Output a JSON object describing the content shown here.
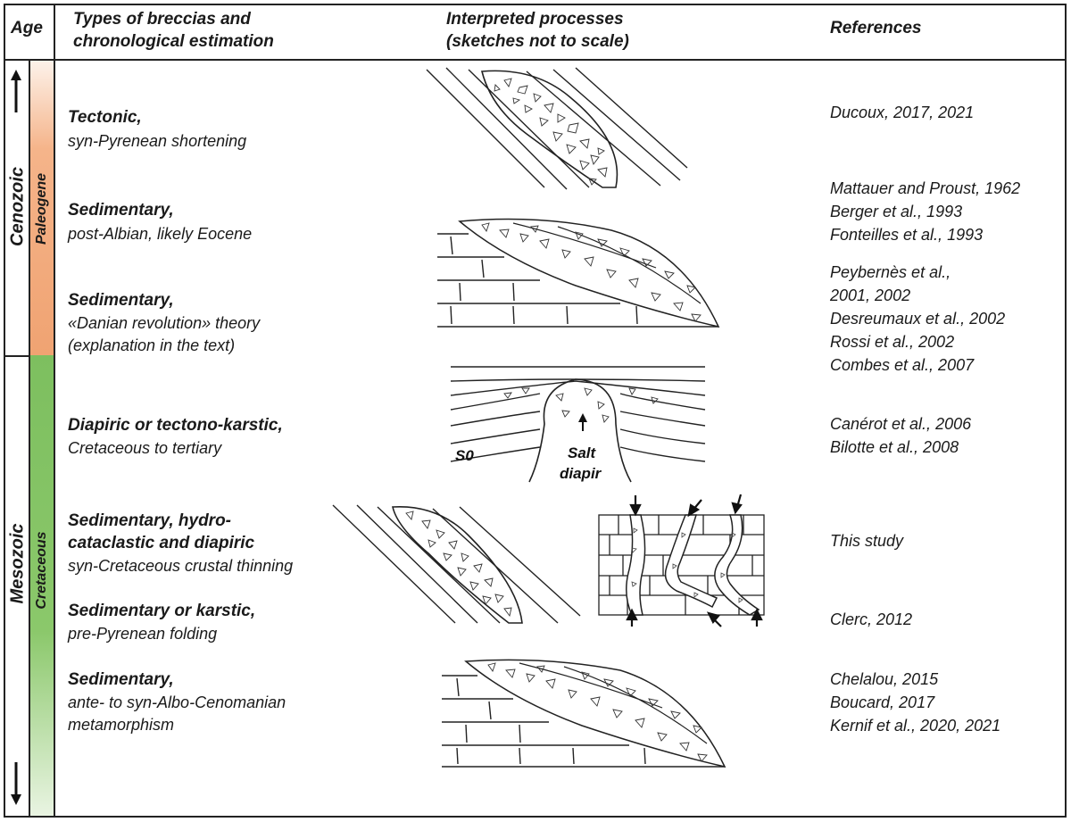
{
  "headers": {
    "age": "Age",
    "types_line1": "Types of breccias and",
    "types_line2": "chronological estimation",
    "processes_line1": "Interpreted processes",
    "processes_line2": "(sketches not to scale)",
    "references": "References"
  },
  "eras": [
    {
      "name": "Cenozoic"
    },
    {
      "name": "Mesozoic"
    }
  ],
  "periods": [
    {
      "name": "Paleogene",
      "color": "#f0a372"
    },
    {
      "name": "Cretaceous",
      "color": "#7dbf5f"
    }
  ],
  "rows": [
    {
      "title": "Tectonic,",
      "subtitle_lines": [
        "syn-Pyrenean shortening"
      ]
    },
    {
      "title": "Sedimentary,",
      "subtitle_lines": [
        "post-Albian, likely Eocene"
      ]
    },
    {
      "title": "Sedimentary,",
      "subtitle_lines": [
        "«Danian revolution» theory",
        "(explanation in the text)"
      ]
    },
    {
      "title": "Diapiric or tectono-karstic,",
      "subtitle_lines": [
        "Cretaceous to tertiary"
      ]
    },
    {
      "title_lines": [
        "Sedimentary, hydro-",
        "cataclastic and diapiric"
      ],
      "subtitle_lines": [
        "syn-Cretaceous crustal thinning"
      ]
    },
    {
      "title": "Sedimentary or karstic,",
      "subtitle_lines": [
        "pre-Pyrenean folding"
      ]
    },
    {
      "title": "Sedimentary,",
      "subtitle_lines": [
        "ante- to syn-Albo-Cenomanian",
        "metamorphism"
      ]
    }
  ],
  "references": {
    "r1": [
      "Ducoux, 2017, 2021"
    ],
    "r2": [
      "Mattauer and Proust, 1962",
      "Berger et al., 1993",
      "Fonteilles et al., 1993"
    ],
    "r3": [
      "Peybernès et al.,",
      "2001, 2002",
      "Desreumaux et al., 2002",
      "Rossi et al., 2002",
      "Combes et al., 2007"
    ],
    "r4": [
      "Canérot et al., 2006",
      "Bilotte et al., 2008"
    ],
    "r5": [
      "This study"
    ],
    "r6": [
      "Clerc, 2012"
    ],
    "r7": [
      "Chelalou, 2015",
      "Boucard, 2017",
      "Kernif et al., 2020, 2021"
    ]
  },
  "sketch_labels": {
    "salt_line1": "Salt",
    "salt_line2": "diapir",
    "s0": "S0"
  }
}
